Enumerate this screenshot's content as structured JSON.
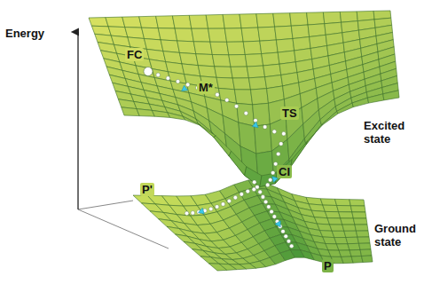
{
  "diagram": {
    "labels": [
      "Energy",
      "FC",
      "M*",
      "TS",
      "Excited state",
      "CI",
      "P'",
      "Ground state",
      "P"
    ]
  }
}
